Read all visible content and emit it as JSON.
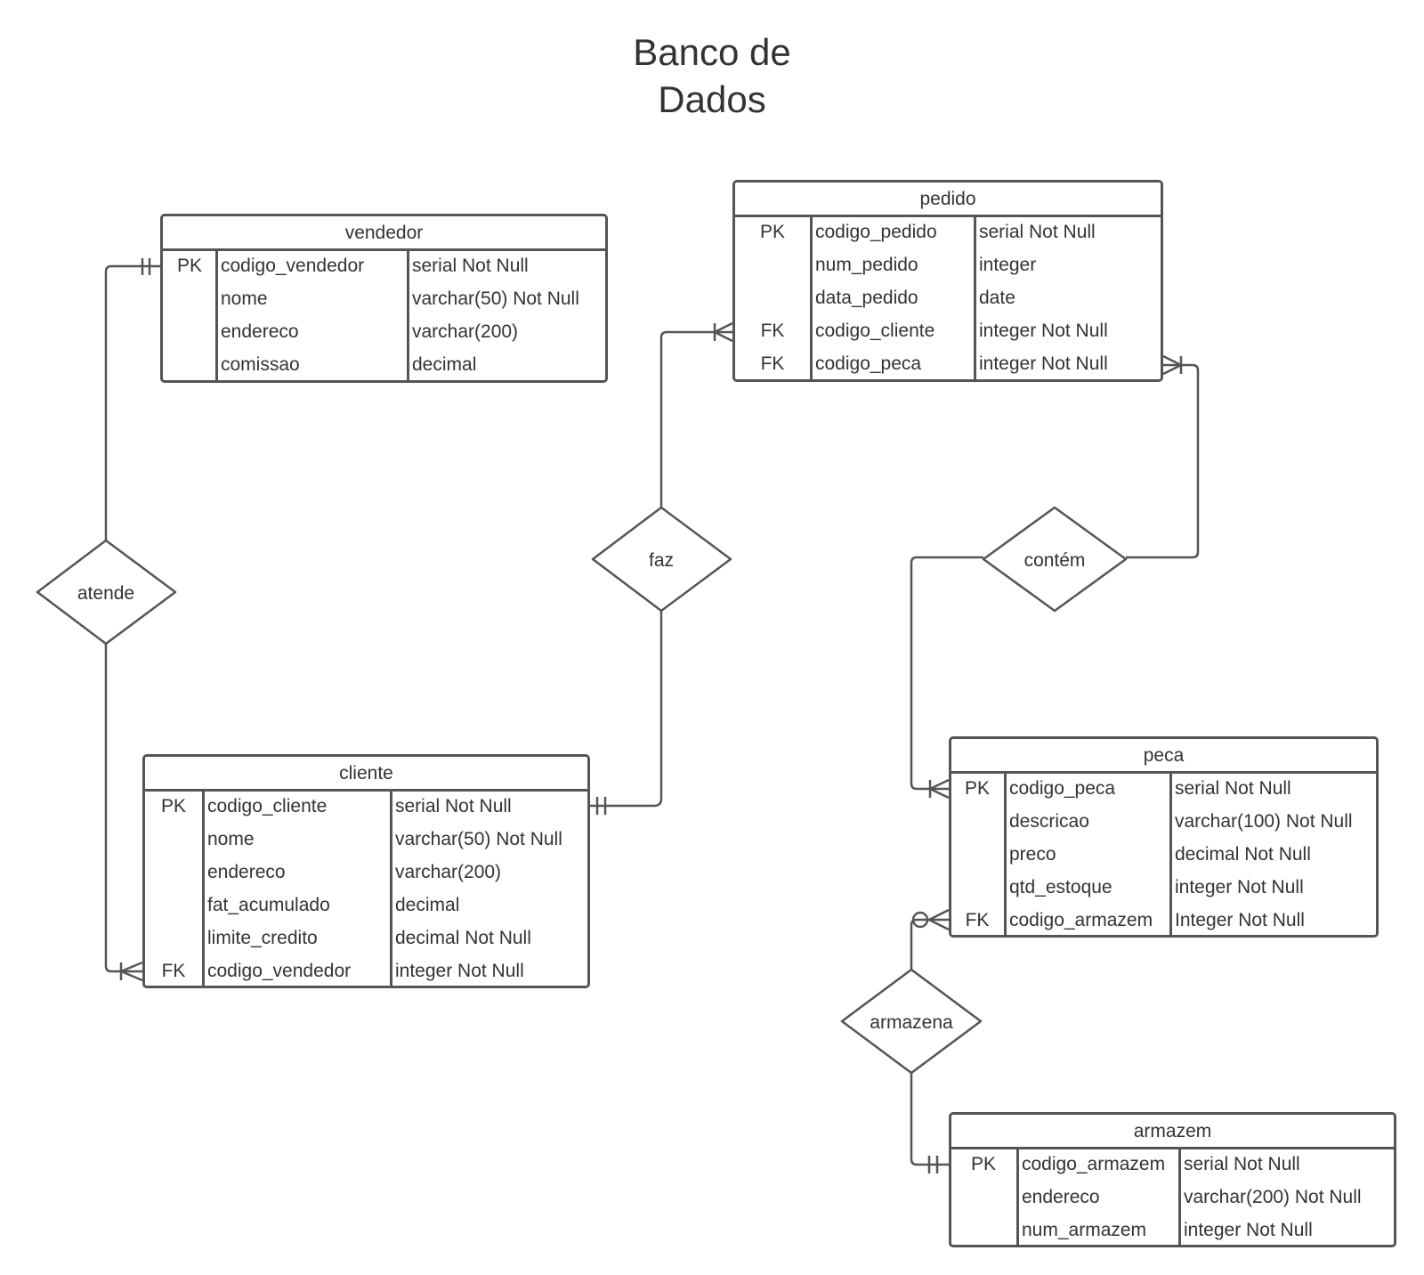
{
  "title_line1": "Banco de",
  "title_line2": "Dados",
  "colors": {
    "stroke": "#555555",
    "text": "#333333",
    "background": "#ffffff"
  },
  "entities": {
    "vendedor": {
      "name": "vendedor",
      "rows": [
        {
          "key": "PK",
          "field": "codigo_vendedor",
          "type": "serial Not Null"
        },
        {
          "key": "",
          "field": "nome",
          "type": "varchar(50) Not Null"
        },
        {
          "key": "",
          "field": "endereco",
          "type": "varchar(200)"
        },
        {
          "key": "",
          "field": "comissao",
          "type": "decimal"
        }
      ]
    },
    "pedido": {
      "name": "pedido",
      "rows": [
        {
          "key": "PK",
          "field": "codigo_pedido",
          "type": "serial Not Null"
        },
        {
          "key": "",
          "field": "num_pedido",
          "type": "integer"
        },
        {
          "key": "",
          "field": "data_pedido",
          "type": "date"
        },
        {
          "key": "FK",
          "field": "codigo_cliente",
          "type": "integer Not Null"
        },
        {
          "key": "FK",
          "field": "codigo_peca",
          "type": "integer Not Null"
        }
      ]
    },
    "cliente": {
      "name": "cliente",
      "rows": [
        {
          "key": "PK",
          "field": "codigo_cliente",
          "type": "serial Not Null"
        },
        {
          "key": "",
          "field": "nome",
          "type": "varchar(50) Not Null"
        },
        {
          "key": "",
          "field": "endereco",
          "type": "varchar(200)"
        },
        {
          "key": "",
          "field": "fat_acumulado",
          "type": "decimal"
        },
        {
          "key": "",
          "field": "limite_credito",
          "type": "decimal Not Null"
        },
        {
          "key": "FK",
          "field": "codigo_vendedor",
          "type": "integer Not Null"
        }
      ]
    },
    "peca": {
      "name": "peca",
      "rows": [
        {
          "key": "PK",
          "field": "codigo_peca",
          "type": "serial Not Null"
        },
        {
          "key": "",
          "field": "descricao",
          "type": "varchar(100) Not Null"
        },
        {
          "key": "",
          "field": "preco",
          "type": "decimal Not Null"
        },
        {
          "key": "",
          "field": "qtd_estoque",
          "type": "integer Not Null"
        },
        {
          "key": "FK",
          "field": "codigo_armazem",
          "type": "Integer Not Null"
        }
      ]
    },
    "armazem": {
      "name": "armazem",
      "rows": [
        {
          "key": "PK",
          "field": "codigo_armazem",
          "type": "serial Not Null"
        },
        {
          "key": "",
          "field": "endereco",
          "type": "varchar(200) Not Null"
        },
        {
          "key": "",
          "field": "num_armazem",
          "type": "integer Not Null"
        }
      ]
    }
  },
  "relationships": {
    "atende": "atende",
    "faz": "faz",
    "contem": "contém",
    "armazena": "armazena"
  }
}
